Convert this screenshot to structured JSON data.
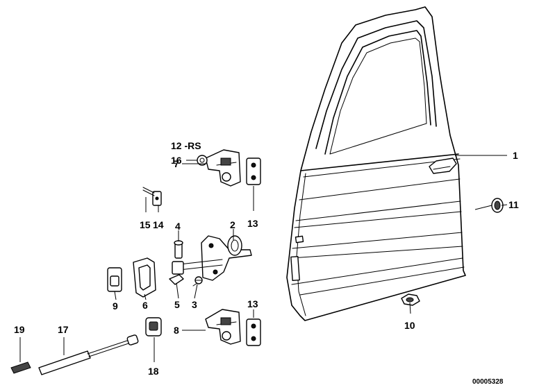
{
  "diagram": {
    "labels": {
      "p1": "1",
      "p2": "2",
      "p3": "3",
      "p4": "4",
      "p5": "5",
      "p6": "6",
      "p7": "7",
      "p8": "8",
      "p9": "9",
      "p10": "10",
      "p11": "11",
      "p12": "12 -RS",
      "p13a": "13",
      "p13b": "13",
      "p14": "14",
      "p15": "15",
      "p16": "16",
      "p17": "17",
      "p18": "18",
      "p19": "19"
    },
    "drawing_number": "00005328"
  }
}
